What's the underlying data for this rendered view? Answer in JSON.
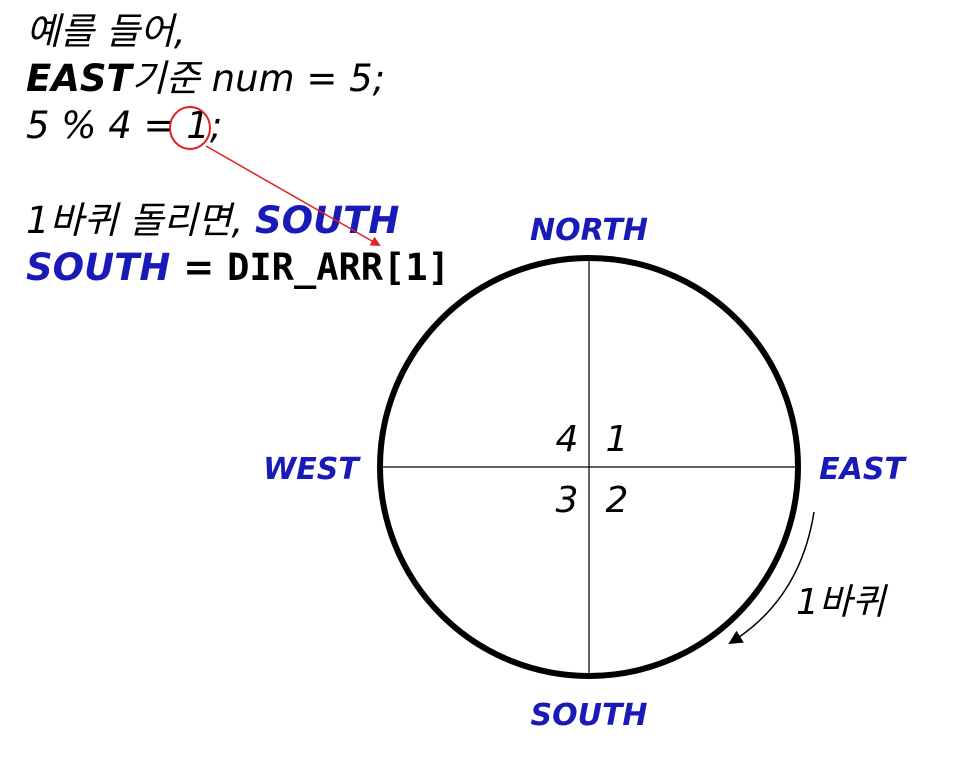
{
  "intro": {
    "line1": "예를 들어,",
    "line2_bold": "EAST",
    "line2_rest": "기준 num = 5;",
    "line3_prefix": "5 % 4 = ",
    "line3_result": "1;",
    "line4_text": "1바퀴 돌리면, ",
    "line4_direction": "SOUTH",
    "line5_direction": "SOUTH",
    "line5_equals": " = ",
    "line5_code": "DIR_ARR[1]"
  },
  "compass": {
    "north": "NORTH",
    "south": "SOUTH",
    "east": "EAST",
    "west": "WEST",
    "quadrants": {
      "q1": "1",
      "q2": "2",
      "q3": "3",
      "q4": "4"
    },
    "rotation_label": "1바퀴"
  },
  "colors": {
    "direction_text": "#1a1ab8",
    "highlight_circle": "#e02020",
    "pointer_line": "#e02020",
    "outline": "#000000"
  }
}
